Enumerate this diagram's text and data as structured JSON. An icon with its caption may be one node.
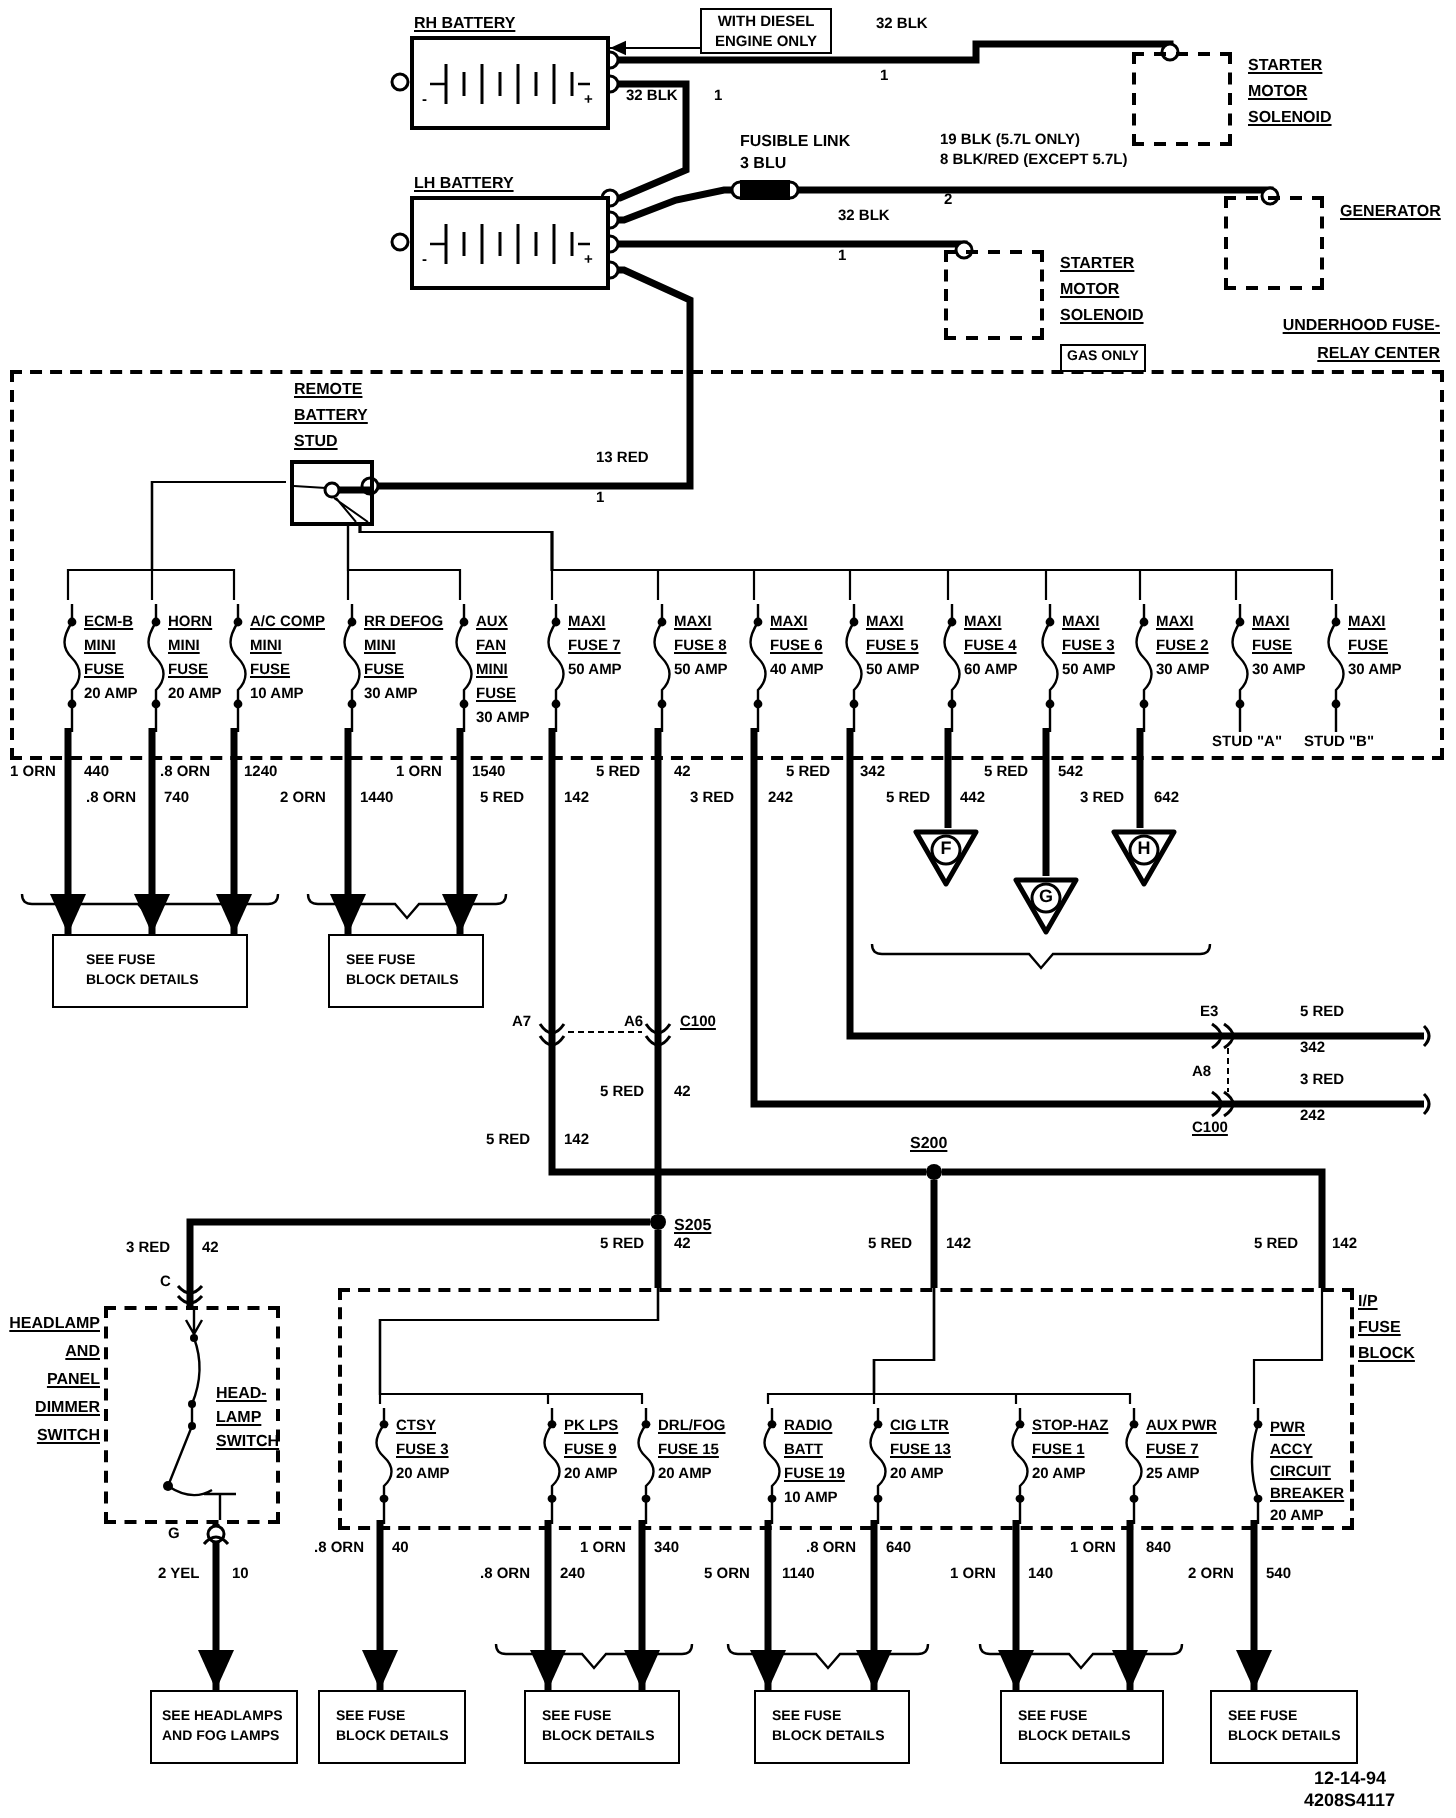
{
  "diagram": {
    "nodes": [
      {
        "text": [
          "RH BATTERY"
        ]
      },
      {
        "text": [
          "WITH DIESEL ENGINE ONLY"
        ]
      },
      {
        "text": [
          "STARTER MOTOR SOLENOID"
        ]
      },
      {
        "text": [
          "LH BATTERY"
        ]
      },
      {
        "text": [
          "FUSIBLE LINK 3 BLU"
        ]
      },
      {
        "text": [
          "GENERATOR"
        ]
      },
      {
        "text": [
          "STARTER MOTOR SOLENOID"
        ]
      },
      {
        "text": [
          "GAS ONLY"
        ]
      },
      {
        "text": [
          "UNDERHOOD FUSE- RELAY CENTER"
        ]
      },
      {
        "text": [
          "REMOTE BATTERY STUD"
        ],
        "in": 8
      },
      {
        "text": [
          "ECM-B",
          "MINI",
          "FUSE",
          "20 AMP"
        ],
        "in": 8
      },
      {
        "text": [
          "HORN",
          "MINI",
          "FUSE",
          "20 AMP"
        ],
        "in": 8
      },
      {
        "text": [
          "A/C COMP",
          "MINI",
          "FUSE",
          "10 AMP"
        ],
        "in": 8
      },
      {
        "text": [
          "RR DEFOG",
          "MINI",
          "FUSE",
          "30 AMP"
        ],
        "in": 8
      },
      {
        "text": [
          "AUX",
          "FAN",
          "MINI",
          "FUSE",
          "30 AMP"
        ],
        "in": 8
      },
      {
        "text": [
          "MAXI",
          "FUSE 7",
          "50 AMP"
        ],
        "in": 8
      },
      {
        "text": [
          "MAXI",
          "FUSE 8",
          "50 AMP"
        ],
        "in": 8
      },
      {
        "text": [
          "MAXI",
          "FUSE 6",
          "40 AMP"
        ],
        "in": 8
      },
      {
        "text": [
          "MAXI",
          "FUSE 5",
          "50 AMP"
        ],
        "in": 8
      },
      {
        "text": [
          "MAXI",
          "FUSE 4",
          "60 AMP"
        ],
        "in": 8
      },
      {
        "text": [
          "MAXI",
          "FUSE 3",
          "50 AMP"
        ],
        "in": 8
      },
      {
        "text": [
          "MAXI",
          "FUSE 2",
          "30 AMP"
        ],
        "in": 8
      },
      {
        "text": [
          "MAXI",
          "FUSE",
          "30 AMP"
        ],
        "in": 8
      },
      {
        "text": [
          "MAXI",
          "FUSE",
          "30 AMP"
        ],
        "in": 8
      },
      {
        "text": [
          "SEE FUSE BLOCK DETAILS"
        ]
      },
      {
        "text": [
          "SEE FUSE BLOCK DETAILS"
        ]
      },
      {
        "text": [
          "F"
        ]
      },
      {
        "text": [
          "G"
        ]
      },
      {
        "text": [
          "H"
        ]
      },
      {
        "text": [
          "S205"
        ]
      },
      {
        "text": [
          "S200"
        ]
      },
      {
        "text": [
          "HEADLAMP AND PANEL DIMMER SWITCH",
          "HEAD- LAMP SWITCH"
        ]
      },
      {
        "text": [
          "I/P FUSE BLOCK"
        ]
      },
      {
        "text": [
          "CTSY",
          "FUSE 3",
          "20 AMP"
        ],
        "in": 32
      },
      {
        "text": [
          "PK LPS",
          "FUSE 9",
          "20 AMP"
        ],
        "in": 32
      },
      {
        "text": [
          "DRL/FOG",
          "FUSE 15",
          "20 AMP"
        ],
        "in": 32
      },
      {
        "text": [
          "RADIO",
          "BATT",
          "FUSE 19",
          "10 AMP"
        ],
        "in": 32
      },
      {
        "text": [
          "CIG LTR",
          "FUSE 13",
          "20 AMP"
        ],
        "in": 32
      },
      {
        "text": [
          "STOP-HAZ",
          "FUSE 1",
          "20 AMP"
        ],
        "in": 32
      },
      {
        "text": [
          "AUX PWR",
          "FUSE 7",
          "25 AMP"
        ],
        "in": 32
      },
      {
        "text": [
          "PWR",
          "ACCY",
          "CIRCUIT",
          "BREAKER",
          "20 AMP"
        ],
        "in": 32
      },
      {
        "text": [
          "SEE HEADLAMPS AND FOG LAMPS"
        ]
      },
      {
        "text": [
          "SEE FUSE BLOCK DETAILS"
        ]
      },
      {
        "text": [
          "SEE FUSE BLOCK DETAILS"
        ]
      },
      {
        "text": [
          "SEE FUSE BLOCK DETAILS"
        ]
      },
      {
        "text": [
          "SEE FUSE BLOCK DETAILS"
        ]
      },
      {
        "text": [
          "SEE FUSE BLOCK DETAILS"
        ]
      }
    ],
    "edges": [
      {
        "from": 1,
        "to": 0,
        "arrow": "to"
      },
      {
        "from": 0,
        "to": 2,
        "arrow": "other"
      },
      {
        "from": 0,
        "to": 3,
        "arrow": "other"
      },
      {
        "from": 3,
        "to": 4,
        "arrow": "other"
      },
      {
        "from": 4,
        "to": 5,
        "arrow": "other"
      },
      {
        "from": 3,
        "to": 6,
        "arrow": "other"
      },
      {
        "from": 3,
        "to": 9,
        "arrow": "other"
      },
      {
        "from": 9,
        "to": 10,
        "arrow": "none"
      },
      {
        "from": 9,
        "to": 11,
        "arrow": "none"
      },
      {
        "from": 9,
        "to": 12,
        "arrow": "none"
      },
      {
        "from": 9,
        "to": 13,
        "arrow": "none"
      },
      {
        "from": 9,
        "to": 14,
        "arrow": "none"
      },
      {
        "from": 9,
        "to": 15,
        "arrow": "none"
      },
      {
        "from": 9,
        "to": 16,
        "arrow": "none"
      },
      {
        "from": 9,
        "to": 17,
        "arrow": "none"
      },
      {
        "from": 9,
        "to": 18,
        "arrow": "none"
      },
      {
        "from": 9,
        "to": 19,
        "arrow": "none"
      },
      {
        "from": 9,
        "to": 20,
        "arrow": "none"
      },
      {
        "from": 9,
        "to": 21,
        "arrow": "none"
      },
      {
        "from": 9,
        "to": 22,
        "arrow": "none"
      },
      {
        "from": 9,
        "to": 23,
        "arrow": "none"
      },
      {
        "from": 10,
        "to": 24,
        "arrow": "to"
      },
      {
        "from": 11,
        "to": 24,
        "arrow": "to"
      },
      {
        "from": 12,
        "to": 24,
        "arrow": "to"
      },
      {
        "from": 13,
        "to": 25,
        "arrow": "to"
      },
      {
        "from": 14,
        "to": 25,
        "arrow": "to"
      },
      {
        "from": 15,
        "to": 30,
        "arrow": "none"
      },
      {
        "from": 16,
        "to": 29,
        "arrow": "none"
      },
      {
        "from": 17,
        "to": null,
        "arrow": "none"
      },
      {
        "from": 18,
        "to": null,
        "arrow": "none"
      },
      {
        "from": 19,
        "to": 26,
        "arrow": "none"
      },
      {
        "from": 20,
        "to": 27,
        "arrow": "none"
      },
      {
        "from": 21,
        "to": 28,
        "arrow": "none"
      },
      {
        "from": 29,
        "to": 31,
        "arrow": "none"
      },
      {
        "from": 29,
        "to": 33,
        "arrow": "none"
      },
      {
        "from": 29,
        "to": 34,
        "arrow": "none"
      },
      {
        "from": 29,
        "to": 35,
        "arrow": "none"
      },
      {
        "from": 30,
        "to": 36,
        "arrow": "none"
      },
      {
        "from": 30,
        "to": 37,
        "arrow": "none"
      },
      {
        "from": 30,
        "to": 38,
        "arrow": "none"
      },
      {
        "from": 30,
        "to": 39,
        "arrow": "none"
      },
      {
        "from": 30,
        "to": 40,
        "arrow": "none"
      },
      {
        "from": 31,
        "to": 41,
        "arrow": "to"
      },
      {
        "from": 33,
        "to": 42,
        "arrow": "to"
      },
      {
        "from": 34,
        "to": 43,
        "arrow": "to"
      },
      {
        "from": 35,
        "to": 43,
        "arrow": "to"
      },
      {
        "from": 36,
        "to": 44,
        "arrow": "to"
      },
      {
        "from": 37,
        "to": 44,
        "arrow": "to"
      },
      {
        "from": 38,
        "to": 45,
        "arrow": "to"
      },
      {
        "from": 39,
        "to": 45,
        "arrow": "to"
      },
      {
        "from": 40,
        "to": 46,
        "arrow": "to"
      }
    ],
    "labels": [
      "32 BLK",
      "1",
      "32 BLK",
      "1",
      "-",
      "+",
      "19 BLK (5.7L ONLY)",
      "8 BLK/RED (EXCEPT 5.7L)",
      "2",
      "-",
      "+",
      "32 BLK",
      "1",
      "13 RED",
      "1",
      "STUD \"A\"",
      "STUD \"B\"",
      "1 ORN",
      "440",
      ".8 ORN",
      "1240",
      "1 ORN",
      "1540",
      "5 RED",
      "42",
      "5 RED",
      "342",
      "5 RED",
      "542",
      ".8 ORN",
      "740",
      "2 ORN",
      "1440",
      "5 RED",
      "142",
      "3 RED",
      "242",
      "5 RED",
      "442",
      "3 RED",
      "642",
      "E3",
      "5 RED",
      "A7",
      "A6",
      "C100",
      "342",
      "A8",
      "3 RED",
      "5 RED",
      "42",
      "242",
      "C100",
      "5 RED",
      "142",
      "3 RED",
      "42",
      "5 RED",
      "42",
      "5 RED",
      "142",
      "5 RED",
      "142",
      "C",
      "G",
      ".8 ORN",
      "40",
      "1 ORN",
      "340",
      ".8 ORN",
      "640",
      "1 ORN",
      "840",
      "2 YEL",
      "10",
      ".8 ORN",
      "240",
      "5 ORN",
      "1140",
      "1 ORN",
      "140",
      "2 ORN",
      "540",
      "12-14-94",
      "4208S4117"
    ]
  }
}
